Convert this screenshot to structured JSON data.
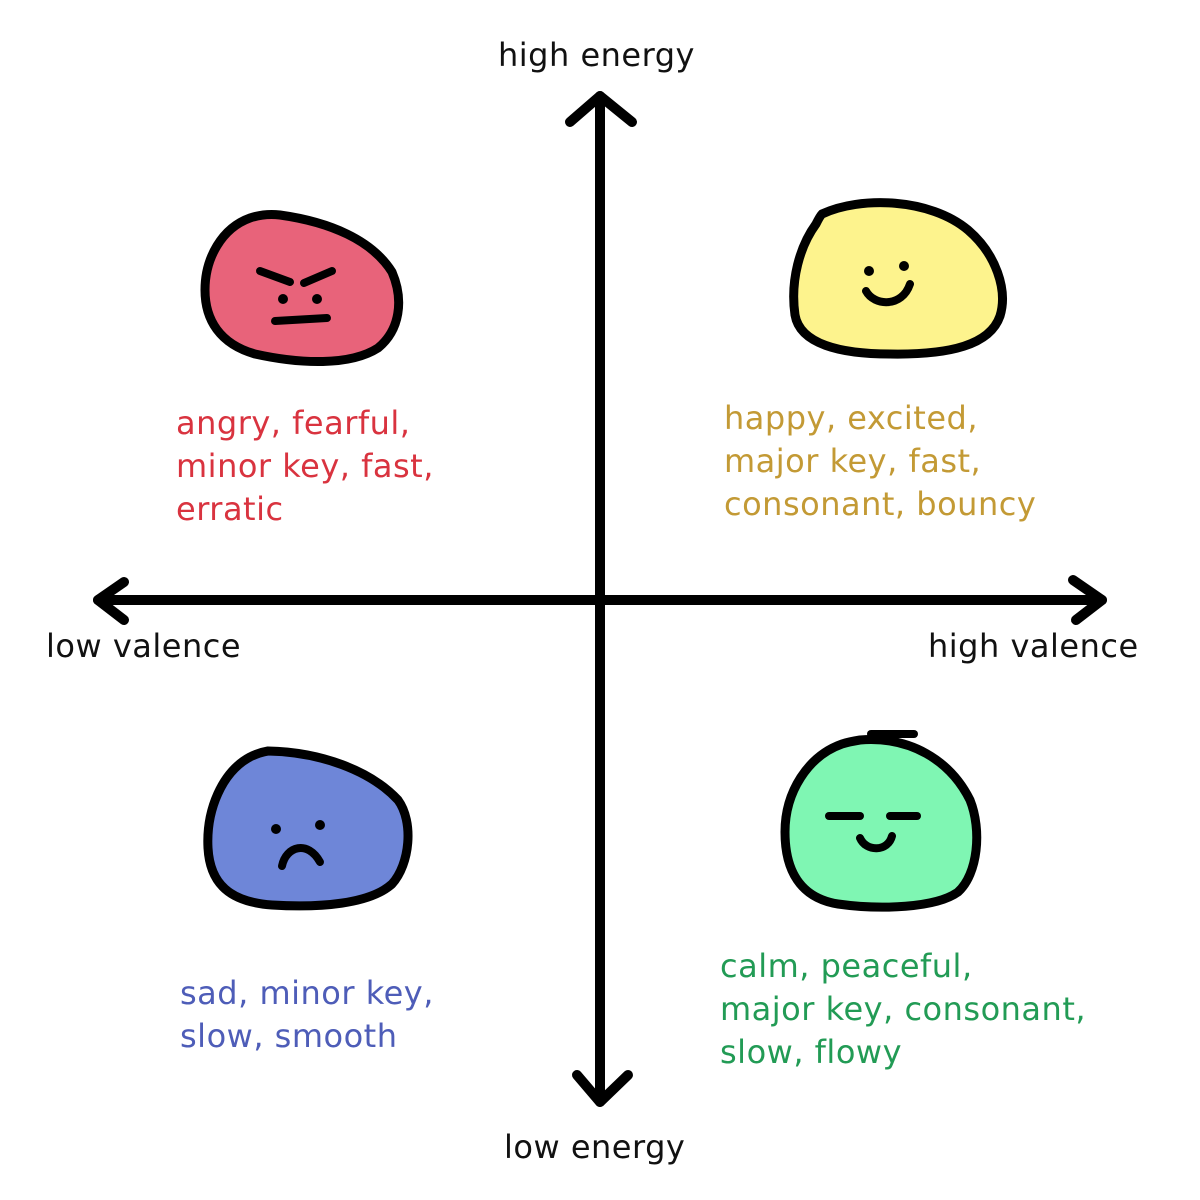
{
  "axes": {
    "top_label": "high energy",
    "bottom_label": "low energy",
    "left_label": "low valence",
    "right_label": "high valence"
  },
  "quadrants": {
    "top_left": {
      "emotion": "angry",
      "lines": [
        "angry, fearful,",
        "minor key, fast,",
        "erratic"
      ],
      "text_color": "#d9333f",
      "face_color": "#e8637a"
    },
    "top_right": {
      "emotion": "happy",
      "lines": [
        "happy, excited,",
        "major key, fast,",
        "consonant, bouncy"
      ],
      "text_color": "#c39a35",
      "face_color": "#fdf38d"
    },
    "bottom_left": {
      "emotion": "sad",
      "lines": [
        "sad, minor key,",
        "slow, smooth"
      ],
      "text_color": "#4e5db8",
      "face_color": "#6e86d8"
    },
    "bottom_right": {
      "emotion": "calm",
      "lines": [
        "calm, peaceful,",
        "major key, consonant,",
        "slow, flowy"
      ],
      "text_color": "#229b55",
      "face_color": "#7ff6b3"
    }
  },
  "colors": {
    "axis": "#000000",
    "outline": "#000000",
    "background": "#ffffff"
  }
}
